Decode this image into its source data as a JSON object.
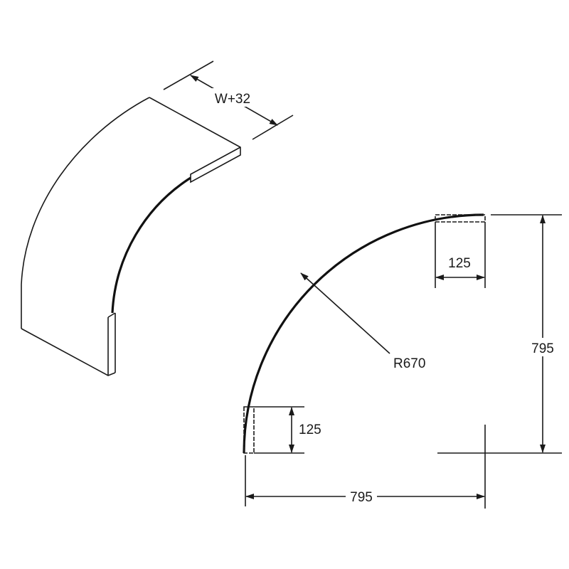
{
  "iso_view": {
    "width_label": "W+32"
  },
  "plan_view": {
    "top_flange_label": "125",
    "side_flange_label": "125",
    "radius_label": "R670",
    "height_label": "795",
    "width_label": "795"
  }
}
